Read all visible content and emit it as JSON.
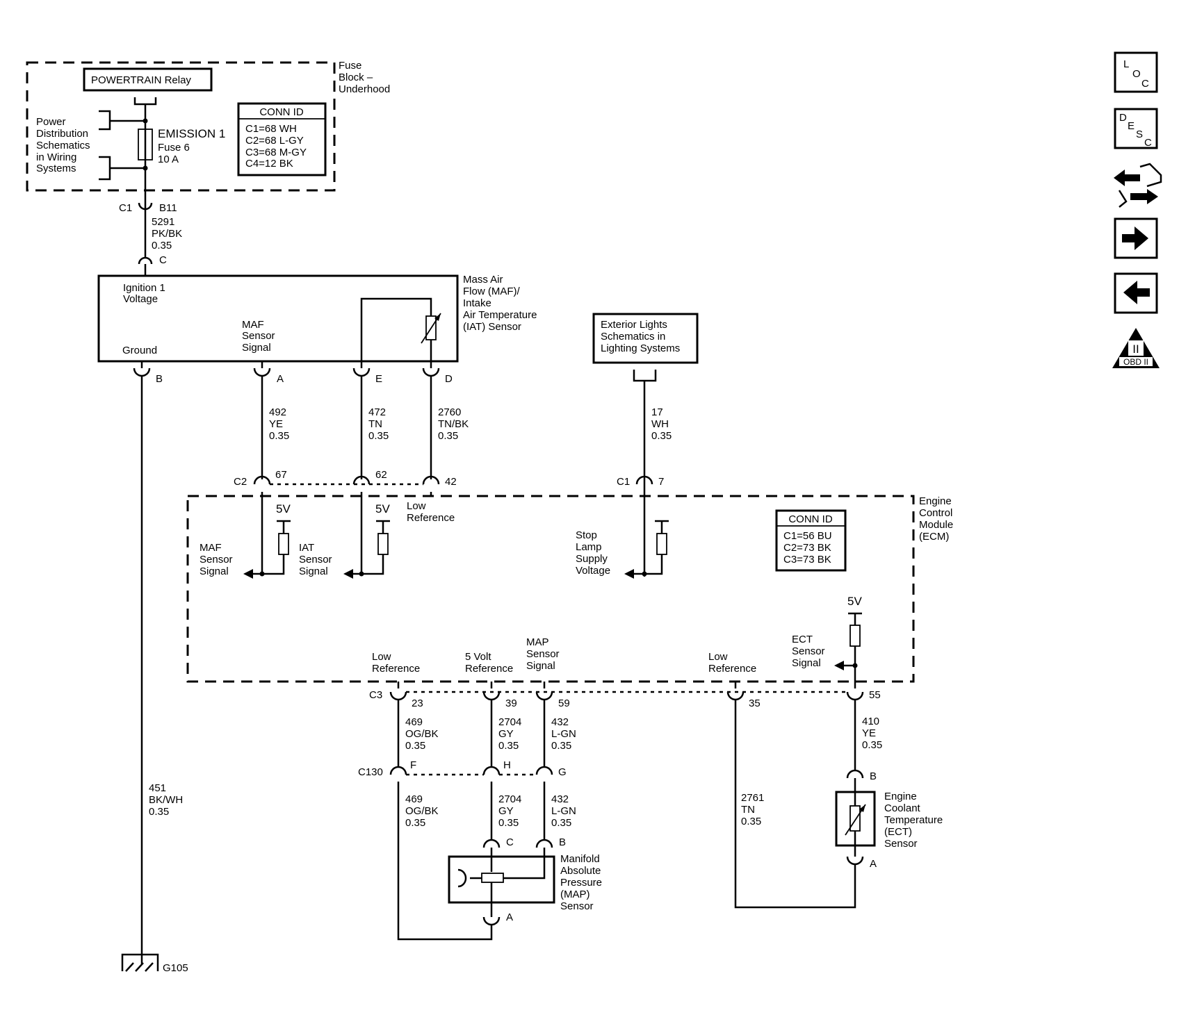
{
  "fuse_block": {
    "relay_label": "POWERTRAIN Relay",
    "block_name": [
      "Fuse",
      "Block –",
      "Underhood"
    ],
    "power_note": [
      "Power",
      "Distribution",
      "Schematics",
      "in Wiring",
      "Systems"
    ],
    "fuse_name": "EMISSION 1",
    "fuse_num": "Fuse 6",
    "fuse_amps": "10 A",
    "conn_title": "CONN ID",
    "conn_rows": [
      "C1=68 WH",
      "C2=68 L-GY",
      "C3=68 M-GY",
      "C4=12 BK"
    ]
  },
  "top_connector": {
    "conn": "C1",
    "pin": "B11",
    "circuit": "5291",
    "color": "PK/BK",
    "gauge": "0.35"
  },
  "maf_sensor": {
    "name": [
      "Mass Air",
      "Flow (MAF)/",
      "Intake",
      "Air Temperature",
      "(IAT) Sensor"
    ],
    "pin_c": "C",
    "ign_label": [
      "Ignition 1",
      "Voltage"
    ],
    "maf_label": [
      "MAF",
      "Sensor",
      "Signal"
    ],
    "ground_label": "Ground",
    "pins": [
      "B",
      "A",
      "E",
      "D"
    ]
  },
  "maf_wires": [
    {
      "circuit": "492",
      "color": "YE",
      "gauge": "0.35"
    },
    {
      "circuit": "472",
      "color": "TN",
      "gauge": "0.35"
    },
    {
      "circuit": "2760",
      "color": "TN/BK",
      "gauge": "0.35"
    }
  ],
  "ground_wire": {
    "circuit": "451",
    "color": "BK/WH",
    "gauge": "0.35",
    "ground": "G105"
  },
  "exterior": {
    "box": [
      "Exterior Lights",
      "Schematics in",
      "Lighting Systems"
    ],
    "circuit": "17",
    "color": "WH",
    "gauge": "0.35"
  },
  "ecm_c2": {
    "conn": "C2",
    "pins": [
      "67",
      "62",
      "42"
    ]
  },
  "ecm_c1": {
    "conn": "C1",
    "pin": "7"
  },
  "ecm": {
    "name": [
      "Engine",
      "Control",
      "Module",
      "(ECM)"
    ],
    "five_v": "5V",
    "maf_signal": [
      "MAF",
      "Sensor",
      "Signal"
    ],
    "iat_signal": [
      "IAT",
      "Sensor",
      "Signal"
    ],
    "low_ref": [
      "Low",
      "Reference"
    ],
    "stop_lamp": [
      "Stop",
      "Lamp",
      "Supply",
      "Voltage"
    ],
    "conn_title": "CONN ID",
    "conn_rows": [
      "C1=56 BU",
      "C2=73 BK",
      "C3=73 BK"
    ],
    "five_volt_ref": [
      "5 Volt",
      "Reference"
    ],
    "map_signal": [
      "MAP",
      "Sensor",
      "Signal"
    ],
    "ect_signal": [
      "ECT",
      "Sensor",
      "Signal"
    ]
  },
  "ecm_c3": {
    "conn": "C3",
    "pins": [
      "23",
      "39",
      "59",
      "35",
      "55"
    ]
  },
  "c3_wires": [
    {
      "circuit": "469",
      "color": "OG/BK",
      "gauge": "0.35"
    },
    {
      "circuit": "2704",
      "color": "GY",
      "gauge": "0.35"
    },
    {
      "circuit": "432",
      "color": "L-GN",
      "gauge": "0.35"
    },
    {
      "circuit": "410",
      "color": "YE",
      "gauge": "0.35"
    }
  ],
  "c130": {
    "conn": "C130",
    "pins": [
      "F",
      "H",
      "G"
    ]
  },
  "c130_wires": [
    {
      "circuit": "469",
      "color": "OG/BK",
      "gauge": "0.35"
    },
    {
      "circuit": "2704",
      "color": "GY",
      "gauge": "0.35"
    },
    {
      "circuit": "432",
      "color": "L-GN",
      "gauge": "0.35"
    }
  ],
  "map_sensor": {
    "name": [
      "Manifold",
      "Absolute",
      "Pressure",
      "(MAP)",
      "Sensor"
    ],
    "pins": [
      "C",
      "B",
      "A"
    ]
  },
  "ect_wire": {
    "circuit": "2761",
    "color": "TN",
    "gauge": "0.35"
  },
  "ect_sensor": {
    "name": [
      "Engine",
      "Coolant",
      "Temperature",
      "(ECT)",
      "Sensor"
    ],
    "pins": [
      "B",
      "A"
    ]
  },
  "nav": {
    "loc": [
      "L",
      "O",
      "C"
    ],
    "desc": [
      "D",
      "E",
      "S",
      "C"
    ],
    "obd": [
      "II",
      "OBD II"
    ]
  }
}
